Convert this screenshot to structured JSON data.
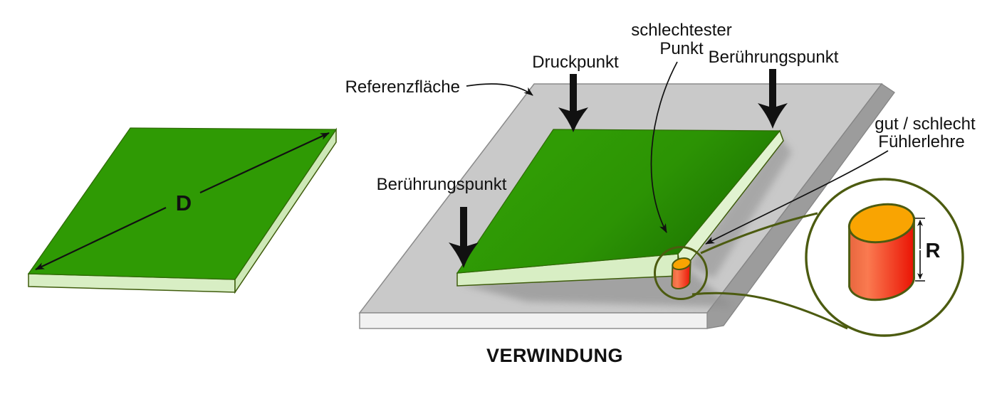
{
  "figure_left": {
    "diagonal_label": "D"
  },
  "figure_right": {
    "title": "VERWINDUNG",
    "labels": {
      "reference_surface": "Referenzfläche",
      "pressure_point": "Druckpunkt",
      "worst_point_line1": "schlechtester",
      "worst_point_line2": "Punkt",
      "contact_point_left": "Berührungspunkt",
      "contact_point_right": "Berührungspunkt",
      "feeler_gauge_line1": "gut / schlecht",
      "feeler_gauge_line2": "Fühlerlehre",
      "gauge_height": "R"
    }
  },
  "colors": {
    "board_green": "#2f9a04",
    "board_green_dark": "#217d02",
    "board_edge_light_green": "#d8eec4",
    "board_outline": "#3f5c0c",
    "surface_gray": "#c9c9c9",
    "surface_front_gray": "#f1f1f1",
    "surface_bevel_gray": "#9c9c9c",
    "magnifier_olive": "#4c5b10",
    "gauge_red": "#ee1605",
    "gauge_red_highlight": "#fa7a50",
    "gauge_orange_top": "#f9a402",
    "text": "#111111"
  }
}
